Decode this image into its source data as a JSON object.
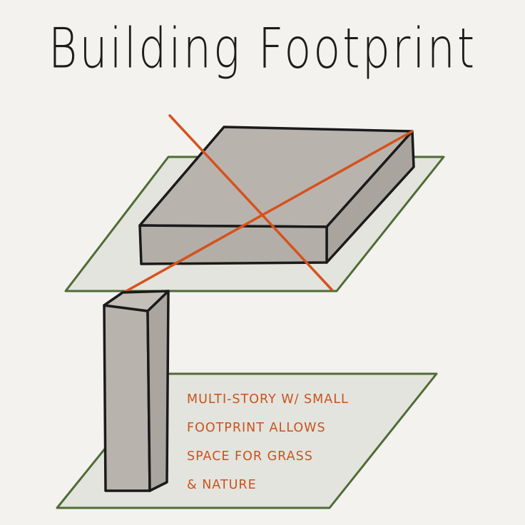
{
  "title": "Building Footprint",
  "note_lines": [
    "Multi-story w/ small",
    "Footprint allows",
    "space for grass",
    "& nature"
  ],
  "colors": {
    "background": "#f3f2ee",
    "ground": "#e3e4dd",
    "ground_edge": "#4f6b36",
    "building": "#b8b4ad",
    "outline": "#1a1a1a",
    "cross": "#d7511d",
    "note": "#c9521d"
  }
}
